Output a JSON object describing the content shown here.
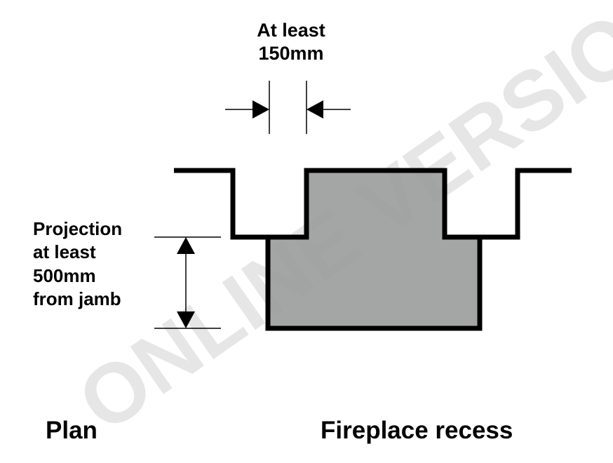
{
  "watermark": "ONLINE VERSION",
  "width_label": {
    "line1": "At least",
    "line2": "150mm"
  },
  "projection_label": {
    "lines": [
      "Projection",
      "at least",
      "500mm",
      "from jamb"
    ]
  },
  "view_label": "Plan",
  "title": "Fireplace recess",
  "colors": {
    "fill": "#9c9e9d",
    "line": "#000000"
  }
}
